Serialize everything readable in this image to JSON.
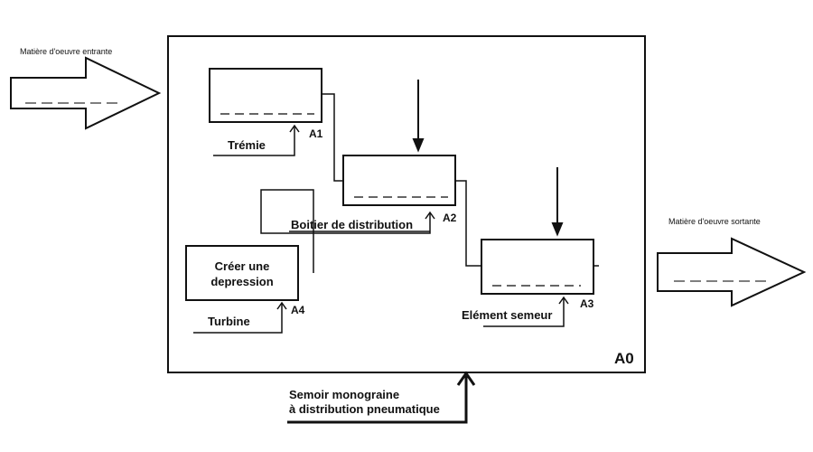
{
  "input_label": "Matière d'oeuvre entrante",
  "output_label": "Matière d'oeuvre sortante",
  "main_id": "A0",
  "system_label": [
    "Semoir monograine",
    "à distribution pneumatique"
  ],
  "boxes": {
    "a1": {
      "id": "A1",
      "mechanism": "Trémie"
    },
    "a2": {
      "id": "A2",
      "mechanism": "Boitier de distribution"
    },
    "a3": {
      "id": "A3",
      "mechanism": "Elément semeur"
    },
    "a4": {
      "id": "A4",
      "title": [
        "Créer une",
        "depression"
      ],
      "mechanism": "Turbine"
    }
  },
  "colors": {
    "stroke": "#111111",
    "dash": "#333333",
    "background": "#ffffff"
  }
}
